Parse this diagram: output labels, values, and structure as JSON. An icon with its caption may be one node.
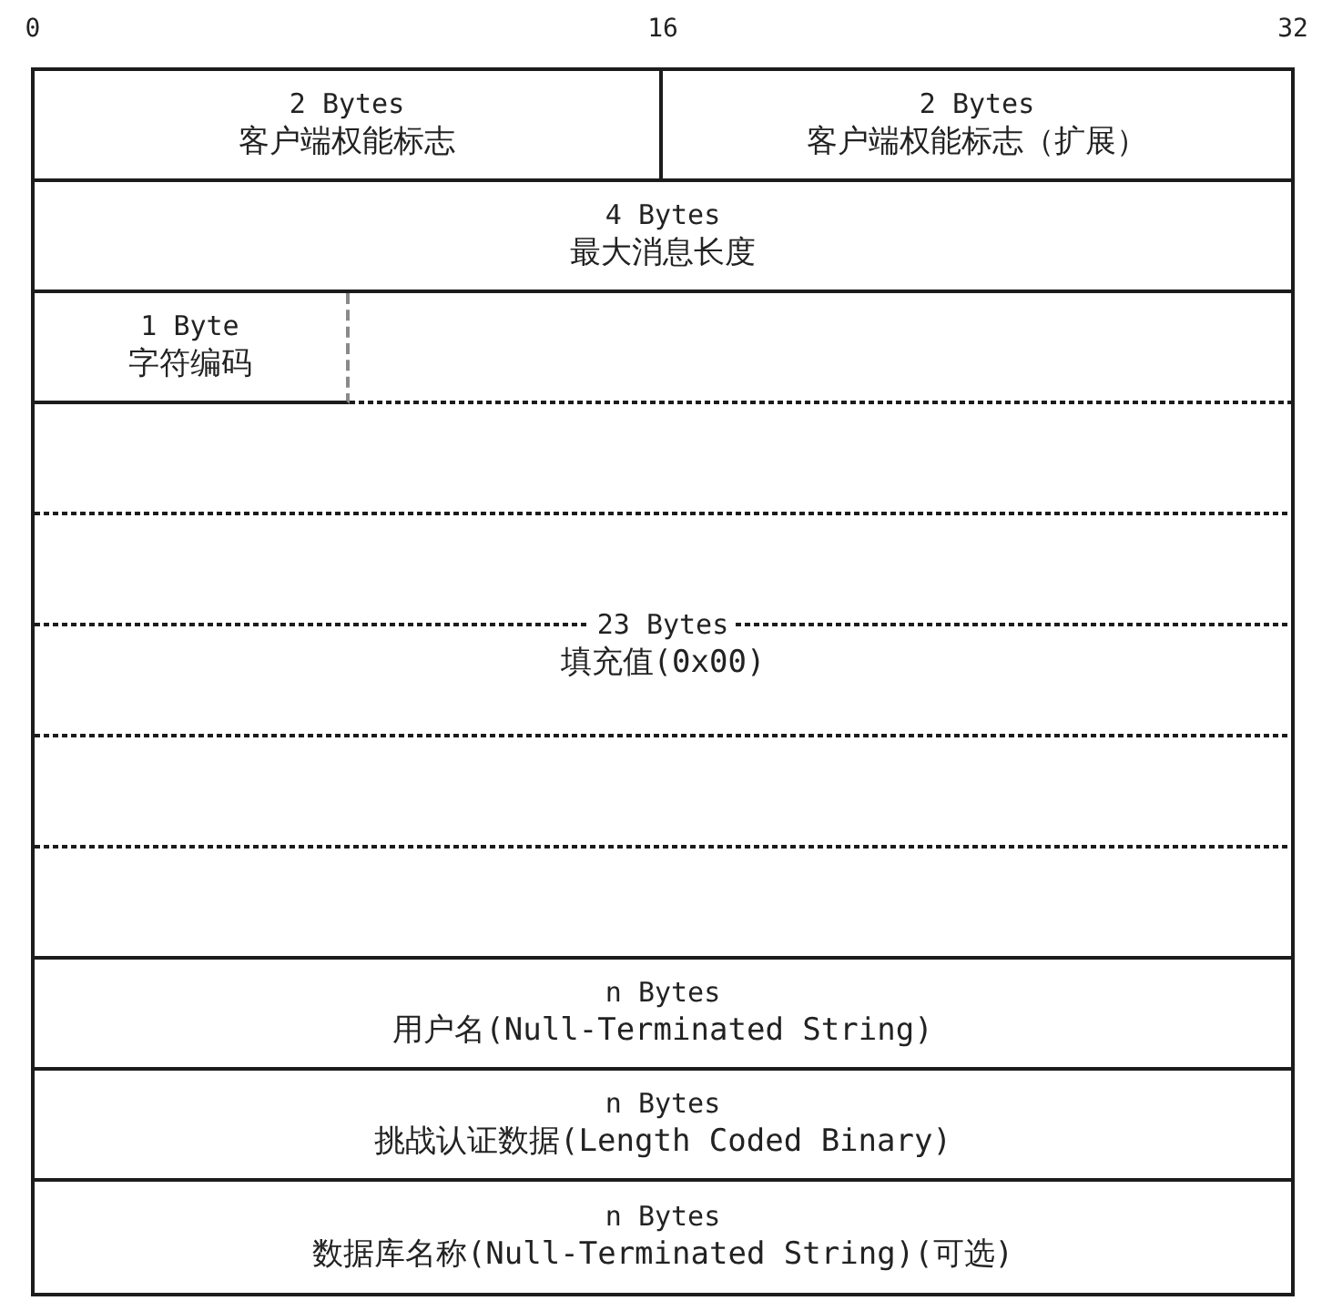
{
  "diagram": {
    "nodes": [
      {
        "text": [
          "2 Bytes",
          "客户端权能标志"
        ]
      },
      {
        "text": [
          "2 Bytes",
          "客户端权能标志（扩展）"
        ]
      },
      {
        "text": [
          "4 Bytes",
          "最大消息长度"
        ]
      },
      {
        "text": [
          "1 Byte",
          "字符编码"
        ]
      },
      {
        "text": [
          "23 Bytes",
          "填充值(0x00)"
        ]
      },
      {
        "text": [
          "n Bytes",
          "用户名(Null-Terminated String)"
        ]
      },
      {
        "text": [
          "n Bytes",
          "挑战认证数据(Length Coded Binary)"
        ]
      },
      {
        "text": [
          "n Bytes",
          "数据库名称(Null-Terminated String)(可选)"
        ]
      }
    ],
    "labels": [
      "0",
      "16",
      "32"
    ]
  }
}
